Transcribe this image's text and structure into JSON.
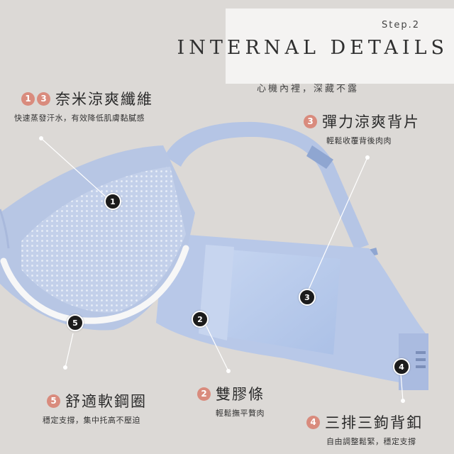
{
  "header": {
    "step": "Step.2",
    "title": "INTERNAL DETAILS",
    "subtitle": "心機內裡，深藏不露"
  },
  "features": [
    {
      "badges": [
        "1",
        "3"
      ],
      "title": "奈米涼爽纖維",
      "desc": "快速蒸發汗水，有效降低肌膚黏膩感"
    },
    {
      "badges": [
        "3"
      ],
      "title": "彈力涼爽背片",
      "desc": "輕鬆收覆背後肉肉"
    },
    {
      "badges": [
        "2"
      ],
      "title": "雙膠條",
      "desc": "輕鬆撫平贅肉"
    },
    {
      "badges": [
        "5"
      ],
      "title": "舒適軟鋼圈",
      "desc": "穩定支撐，集中托高不壓迫"
    },
    {
      "badges": [
        "4"
      ],
      "title": "三排三鉤背釦",
      "desc": "自由調整鬆緊，穩定支撐"
    }
  ],
  "markers": [
    "1",
    "2",
    "3",
    "4",
    "5"
  ],
  "colors": {
    "badge": "#d98b7d",
    "marker": "#1c1c1c",
    "fabric": "#b7c6e4",
    "background": "#dcd9d6"
  }
}
